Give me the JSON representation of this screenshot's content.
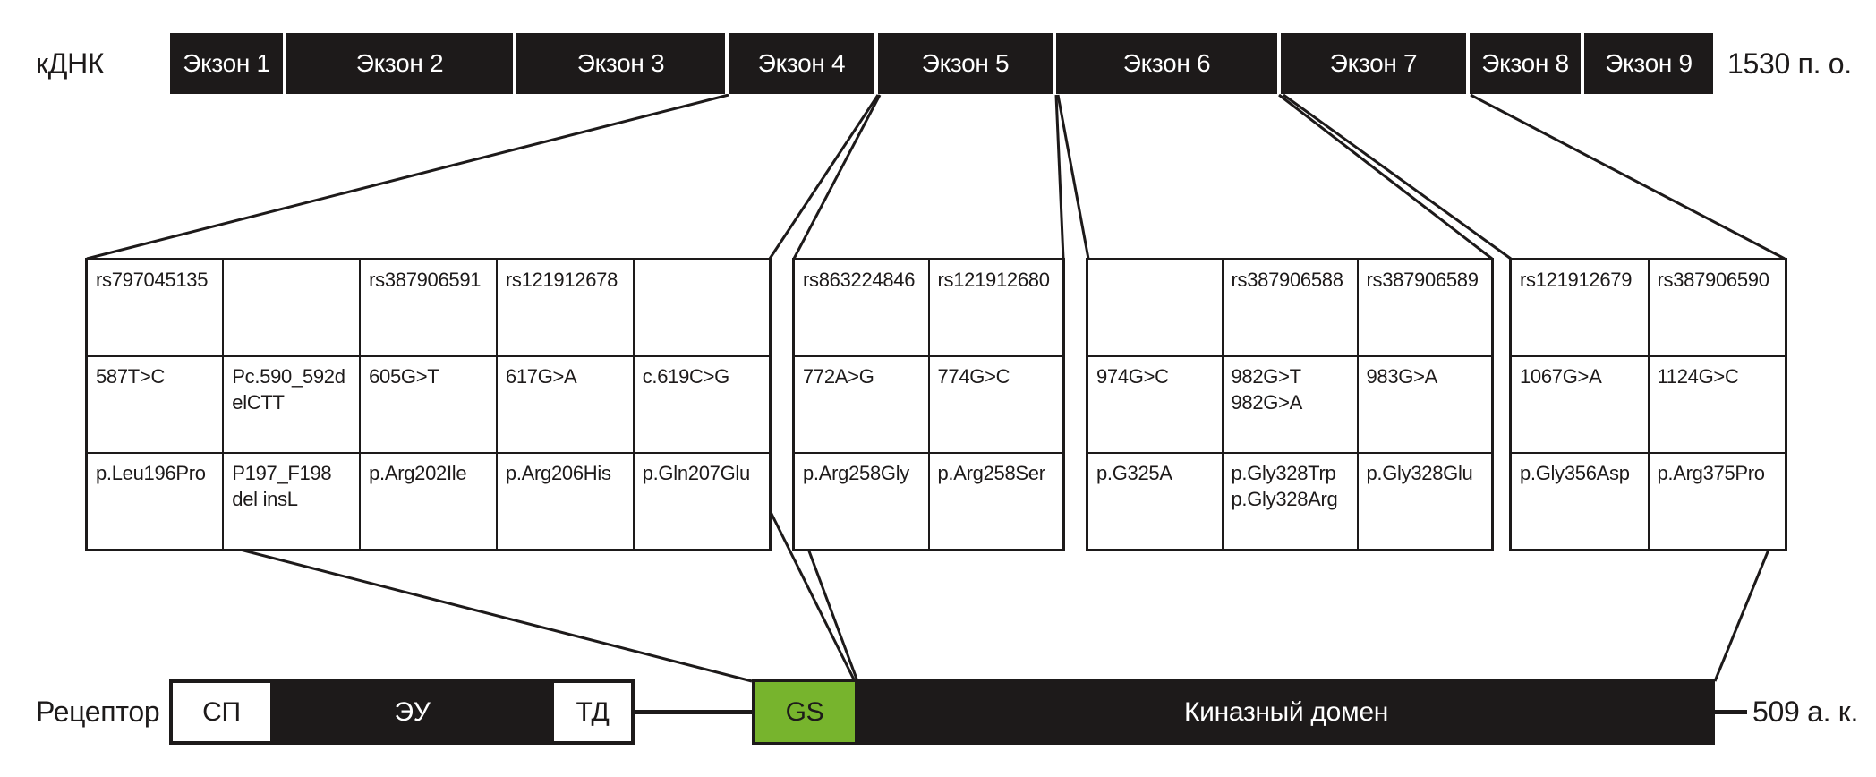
{
  "figure": {
    "cdna": {
      "label": "кДНК",
      "length_label": "1530 п. о.",
      "exons": [
        "Экзон 1",
        "Экзон 2",
        "Экзон 3",
        "Экзон 4",
        "Экзон 5",
        "Экзон 6",
        "Экзон 7",
        "Экзон 8",
        "Экзон 9"
      ]
    },
    "mutation_tables": [
      {
        "rows": [
          [
            "rs797045135",
            "",
            "rs387906591",
            "rs121912678",
            ""
          ],
          [
            "587T>C",
            "Pc.590_592d\nelCTT",
            "605G>T",
            "617G>A",
            "c.619C>G"
          ],
          [
            "p.Leu196Pro",
            "P197_F198\ndel insL",
            "p.Arg202Ile",
            "p.Arg206His",
            "p.Gln207Glu"
          ]
        ]
      },
      {
        "rows": [
          [
            "rs863224846",
            "rs121912680"
          ],
          [
            "772A>G",
            "774G>C"
          ],
          [
            "p.Arg258Gly",
            "p.Arg258Ser"
          ]
        ]
      },
      {
        "rows": [
          [
            "",
            "rs387906588",
            "rs387906589"
          ],
          [
            "974G>C",
            "982G>T\n982G>A",
            "983G>A"
          ],
          [
            "p.G325A",
            "p.Gly328Trp\np.Gly328Arg",
            "p.Gly328Glu"
          ]
        ]
      },
      {
        "rows": [
          [
            "rs121912679",
            "rs387906590"
          ],
          [
            "1067G>A",
            "1124G>C"
          ],
          [
            "p.Gly356Asp",
            "p.Arg375Pro"
          ]
        ]
      }
    ],
    "receptor": {
      "label": "Рецептор",
      "length_label": "509 а. к.",
      "domains": {
        "sp": "СП",
        "eu": "ЭУ",
        "td": "ТД",
        "gs": "GS",
        "kinase": "Киназный домен"
      }
    },
    "colors": {
      "ink": "#1d1a1a",
      "green": "#77b42d",
      "background": "#ffffff"
    }
  }
}
